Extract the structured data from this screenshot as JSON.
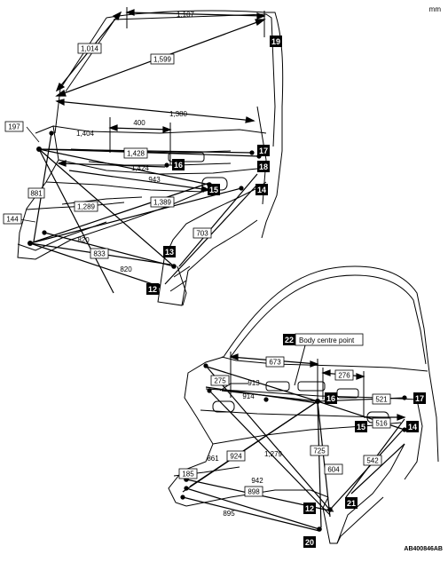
{
  "unit": "mm",
  "figure_code": "AB400846AB",
  "top_view": {
    "dimensions": [
      "1,107",
      "1,014",
      "1,599",
      "1,380",
      "400",
      "1,404",
      "1,428",
      "1,424",
      "943",
      "881",
      "1,389",
      "1,289",
      "820",
      "833",
      "820",
      "197",
      "144",
      "703"
    ],
    "markers": [
      "19",
      "17",
      "18",
      "16",
      "15",
      "14",
      "13",
      "12"
    ]
  },
  "bottom_view": {
    "callout": "Body centre point",
    "callout_marker": "22",
    "dimensions": [
      "673",
      "276",
      "275",
      "913",
      "914",
      "521",
      "516",
      "861",
      "924",
      "1,279",
      "725",
      "604",
      "542",
      "185",
      "942",
      "898",
      "895"
    ],
    "markers": [
      "16",
      "17",
      "15",
      "14",
      "12",
      "21",
      "20"
    ]
  }
}
